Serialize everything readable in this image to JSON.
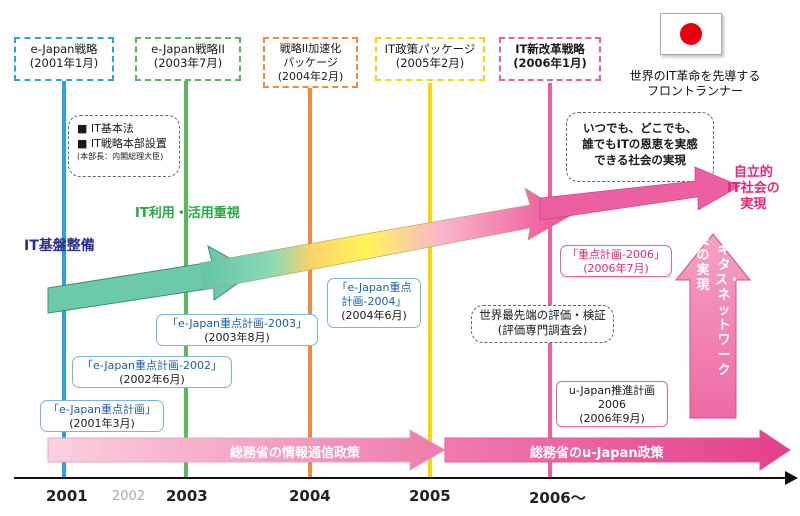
{
  "strategies": [
    {
      "line1": "e-Japan戦略",
      "line2": "(2001年1月)"
    },
    {
      "line1": "e-Japan戦略II",
      "line2": "(2003年7月)"
    },
    {
      "line1": "戦略II加速化",
      "line2": "パッケージ",
      "line3": "(2004年2月)"
    },
    {
      "line1": "IT政策パッケージ",
      "line2": "(2005年2月)"
    },
    {
      "line1": "IT新改革戦略",
      "line2": "(2006年1月)"
    }
  ],
  "leader": {
    "line1": "世界のIT革命を先導する",
    "line2": "フロントランナー"
  },
  "it_law": {
    "item1": "■ IT基本法",
    "item2": "■ IT戦略本部設置",
    "item3": "(本部長：内閣総理大臣)"
  },
  "goal": {
    "line1": "いつでも、どこでも、",
    "line2": "誰でもITの恩恵を実感",
    "line3": "できる社会の実現"
  },
  "labels": {
    "infra": "IT基盤整備",
    "utilization": "IT利用・活用重視",
    "autonomous_1": "自立的",
    "autonomous_2": "IT社会の",
    "autonomous_3": "実現",
    "ubiquitous": "ユビキタス・ネットワーク",
    "ubiquitous_2": "社会の実現"
  },
  "plans": [
    {
      "line1": "「e-Japan重点計画」",
      "line2": "(2001年3月)"
    },
    {
      "line1": "「e-Japan重点計画-2002」",
      "line2": "(2002年6月)"
    },
    {
      "line1": "「e-Japan重点計画-2003」",
      "line2": "(2003年8月)"
    },
    {
      "line1": "「e-Japan重点",
      "line2": "計画-2004」",
      "line3": "(2004年6月)"
    },
    {
      "line1": "「重点計画-2006」",
      "line2": "(2006年7月)"
    }
  ],
  "eval": {
    "line1": "世界最先端の評価・検証",
    "line2": "(評価専門調査会)"
  },
  "ujapan": {
    "line1": "u-Japan推進計画",
    "line2": "2006",
    "line3": "(2006年9月)"
  },
  "policies": {
    "p1": "総務省の情報通信政策",
    "p2": "総務省のu-Japan政策"
  },
  "years": [
    "2001",
    "2002",
    "2003",
    "2004",
    "2005",
    "2006〜"
  ],
  "colors": {
    "y2001": "#29a3db",
    "y2003": "#5cb85c",
    "y2004": "#f08a3c",
    "y2005": "#f5d800",
    "y2006": "#ec5fa0",
    "infra_text": "#2b2f8c",
    "util_text": "#27a845",
    "autonomous_text": "#e8267a"
  }
}
